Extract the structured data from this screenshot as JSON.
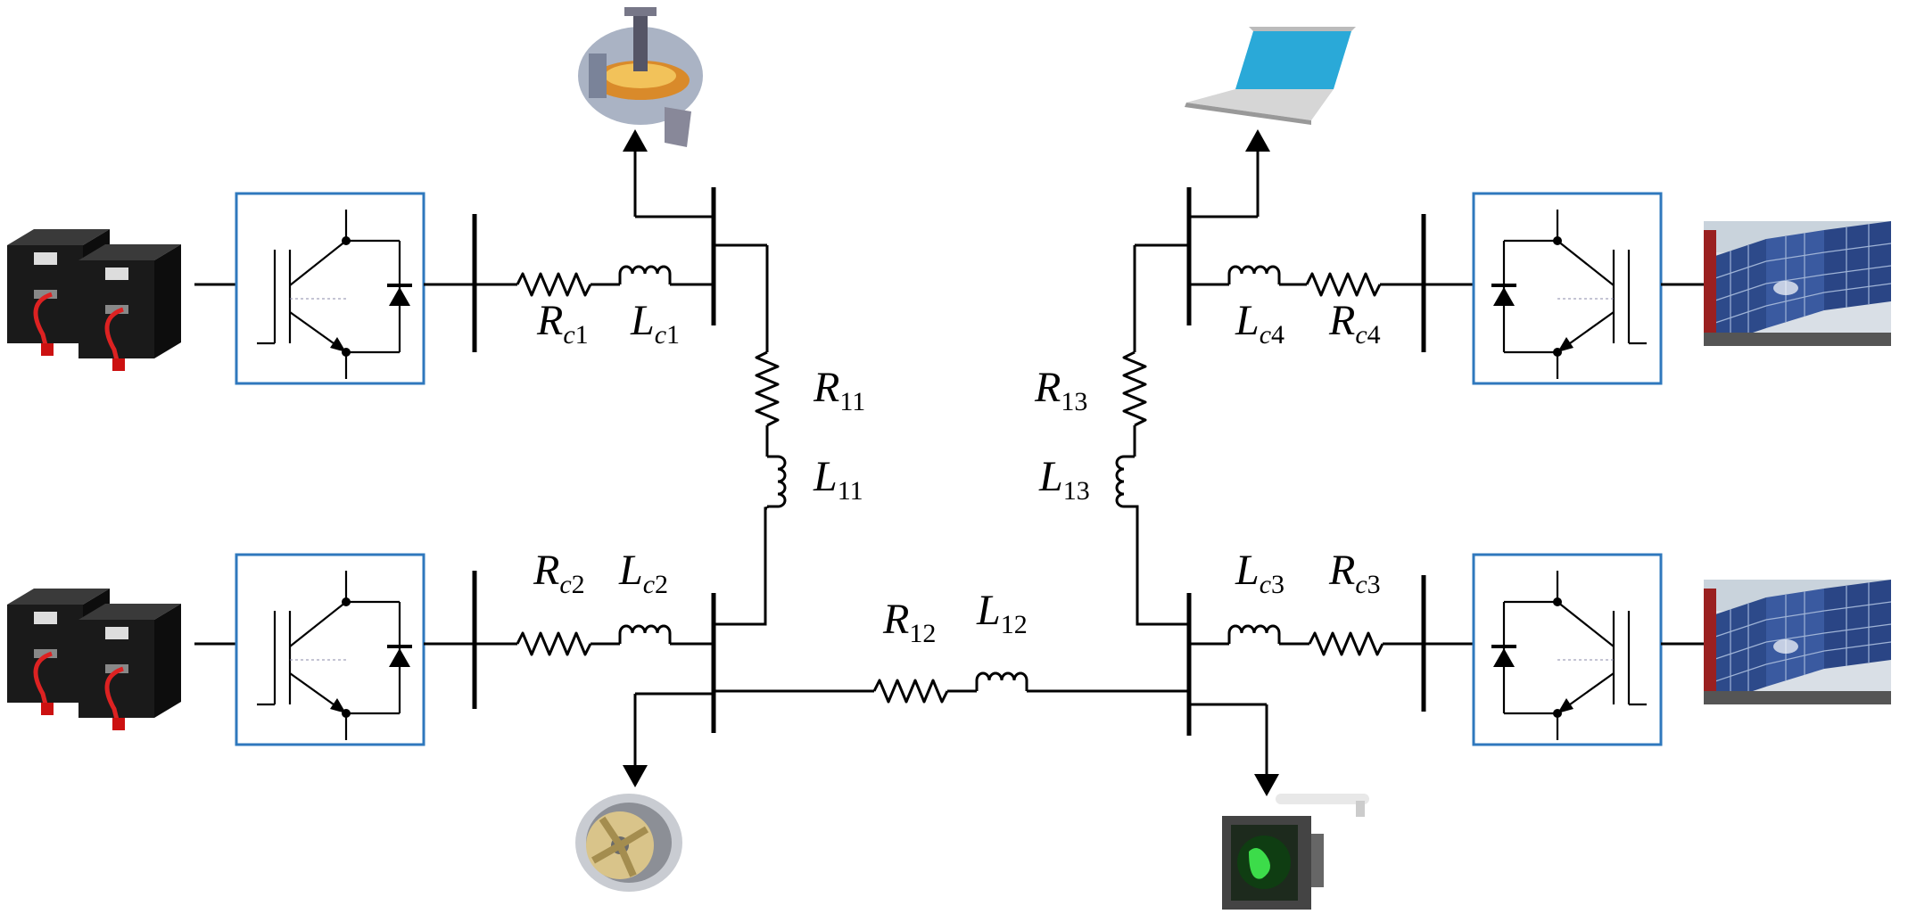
{
  "labels": {
    "rc1_main": "R",
    "rc1_sub": "c",
    "rc1_num": "1",
    "lc1_main": "L",
    "lc1_sub": "c",
    "lc1_num": "1",
    "rc2_main": "R",
    "rc2_sub": "c",
    "rc2_num": "2",
    "lc2_main": "L",
    "lc2_sub": "c",
    "lc2_num": "2",
    "rc3_main": "R",
    "rc3_sub": "c",
    "rc3_num": "3",
    "lc3_main": "L",
    "lc3_sub": "c",
    "lc3_num": "3",
    "rc4_main": "R",
    "rc4_sub": "c",
    "rc4_num": "4",
    "lc4_main": "L",
    "lc4_sub": "c",
    "lc4_num": "4",
    "r11_main": "R",
    "r11_num": "11",
    "l11_main": "L",
    "l11_num": "11",
    "r12_main": "R",
    "r12_num": "12",
    "l12_main": "L",
    "l12_num": "12",
    "r13_main": "R",
    "r13_num": "13",
    "l13_main": "L",
    "l13_num": "13"
  },
  "devices": {
    "battery_top": "battery-pack",
    "battery_bottom": "battery-pack",
    "solar_top": "solar-panel-array",
    "solar_bottom": "solar-panel-array",
    "load_top_left": "generator-turbine",
    "load_top_right": "laptop",
    "load_bottom_left": "ship-thruster",
    "load_bottom_right": "radar-display"
  },
  "colors": {
    "converter_border": "#2f78bd",
    "wire": "#000000"
  }
}
